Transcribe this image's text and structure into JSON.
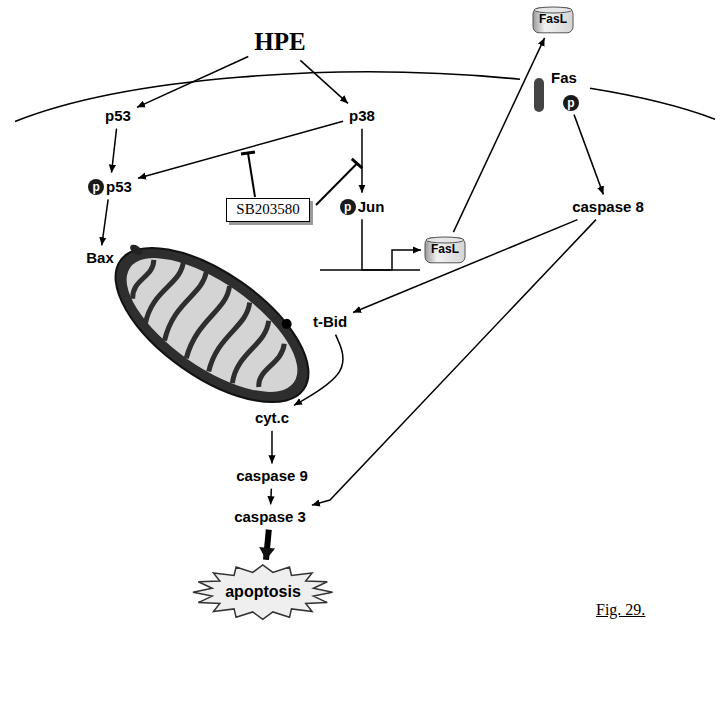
{
  "diagram": {
    "caption": "Fig. 29.",
    "nodes": [
      {
        "text": [
          "HPE"
        ]
      },
      {
        "text": [
          "FasL"
        ]
      },
      {
        "text": [
          "Fas",
          "p"
        ]
      },
      {
        "text": [
          "p53"
        ]
      },
      {
        "text": [
          "p38"
        ]
      },
      {
        "text": [
          "SB203580"
        ]
      },
      {
        "text": [
          "p",
          "p53"
        ]
      },
      {
        "text": [
          "p",
          "Jun"
        ]
      },
      {
        "text": [
          "FasL"
        ]
      },
      {
        "text": [
          "caspase 8"
        ]
      },
      {
        "text": [
          "Bax"
        ]
      },
      {
        "text": [
          "t-Bid"
        ]
      },
      {
        "text": [
          "cyt.c"
        ]
      },
      {
        "text": [
          "caspase 9"
        ]
      },
      {
        "text": [
          "caspase 3"
        ]
      },
      {
        "text": [
          "apoptosis"
        ]
      }
    ],
    "edges": [
      {
        "from": 0,
        "to": 3,
        "arrow": "to"
      },
      {
        "from": 0,
        "to": 4,
        "arrow": "to"
      },
      {
        "from": 3,
        "to": 6,
        "arrow": "to"
      },
      {
        "from": 4,
        "to": 6,
        "arrow": "to"
      },
      {
        "from": 4,
        "to": 7,
        "arrow": "to"
      },
      {
        "from": 7,
        "to": 8,
        "arrow": "to"
      },
      {
        "from": 8,
        "to": 1,
        "arrow": "to"
      },
      {
        "from": 2,
        "to": 9,
        "arrow": "to"
      },
      {
        "from": 6,
        "to": 10,
        "arrow": "to"
      },
      {
        "from": 9,
        "to": 11,
        "arrow": "to"
      },
      {
        "from": 9,
        "to": 14,
        "arrow": "to"
      },
      {
        "from": 11,
        "to": 12,
        "arrow": "to"
      },
      {
        "from": 12,
        "to": 13,
        "arrow": "to"
      },
      {
        "from": 13,
        "to": 14,
        "arrow": "to"
      },
      {
        "from": 14,
        "to": 15,
        "arrow": "to"
      }
    ]
  }
}
